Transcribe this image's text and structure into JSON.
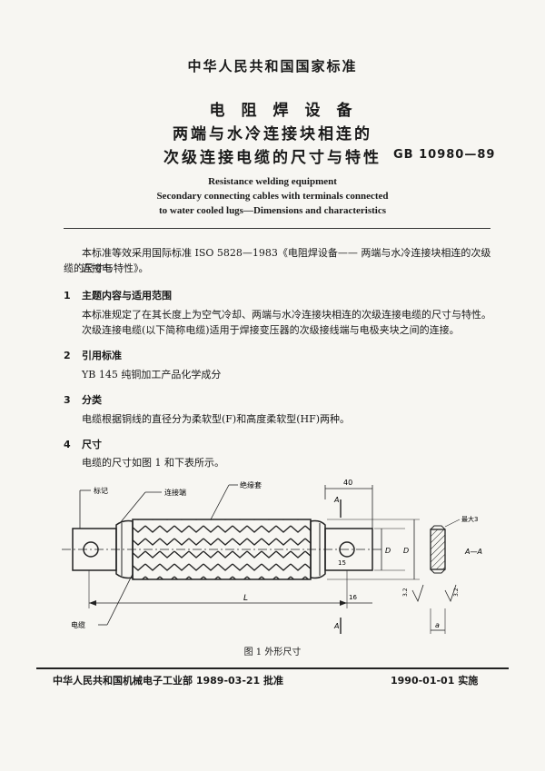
{
  "header": {
    "national_standard": "中华人民共和国国家标准",
    "title_cn_line1": "电阻焊设备",
    "title_cn_line2": "两端与水冷连接块相连的",
    "title_cn_line3": "次级连接电缆的尺寸与特性",
    "standard_number": "GB 10980—89",
    "title_en_line1": "Resistance welding equipment",
    "title_en_line2": "Secondary connecting cables with terminals connected",
    "title_en_line3": "to water cooled lugs—Dimensions and characteristics"
  },
  "intro": {
    "line1": "本标准等效采用国际标准 ISO 5828—1983《电阻焊设备—— 两端与水冷连接块相连的次级连接电",
    "line2": "缆的尺寸与特性》。"
  },
  "sections": [
    {
      "number": "1",
      "title": "主题内容与适用范围",
      "lines": [
        "本标准规定了在其长度上为空气冷却、两端与水冷连接块相连的次级连接电缆的尺寸与特性。",
        "次级连接电缆(以下简称电缆)适用于焊接变压器的次级接线端与电极夹块之间的连接。"
      ]
    },
    {
      "number": "2",
      "title": "引用标准",
      "lines": [
        "YB 145   纯铜加工产品化学成分"
      ]
    },
    {
      "number": "3",
      "title": "分类",
      "lines": [
        "电缆根据铜线的直径分为柔软型(F)和高度柔软型(HF)两种。"
      ]
    },
    {
      "number": "4",
      "title": "尺寸",
      "lines": [
        "电缆的尺寸如图 1 和下表所示。"
      ]
    }
  ],
  "figure": {
    "label_mark": "标记",
    "label_connector": "连接端",
    "label_sheath": "绝缘套",
    "label_cable": "电缆",
    "dim_40": "40",
    "dim_L": "L",
    "dim_16": "16",
    "dim_D": "D",
    "dim_d": "D",
    "dim_A": "A",
    "dim_15": "15",
    "section_label": "A—A",
    "max_label": "最大3",
    "dim_a": "a",
    "rough": "3.2",
    "caption": "图 1   外形尺寸"
  },
  "footer": {
    "approval": "中华人民共和国机械电子工业部 1989-03-21 批准",
    "effective": "1990-01-01 实施"
  }
}
